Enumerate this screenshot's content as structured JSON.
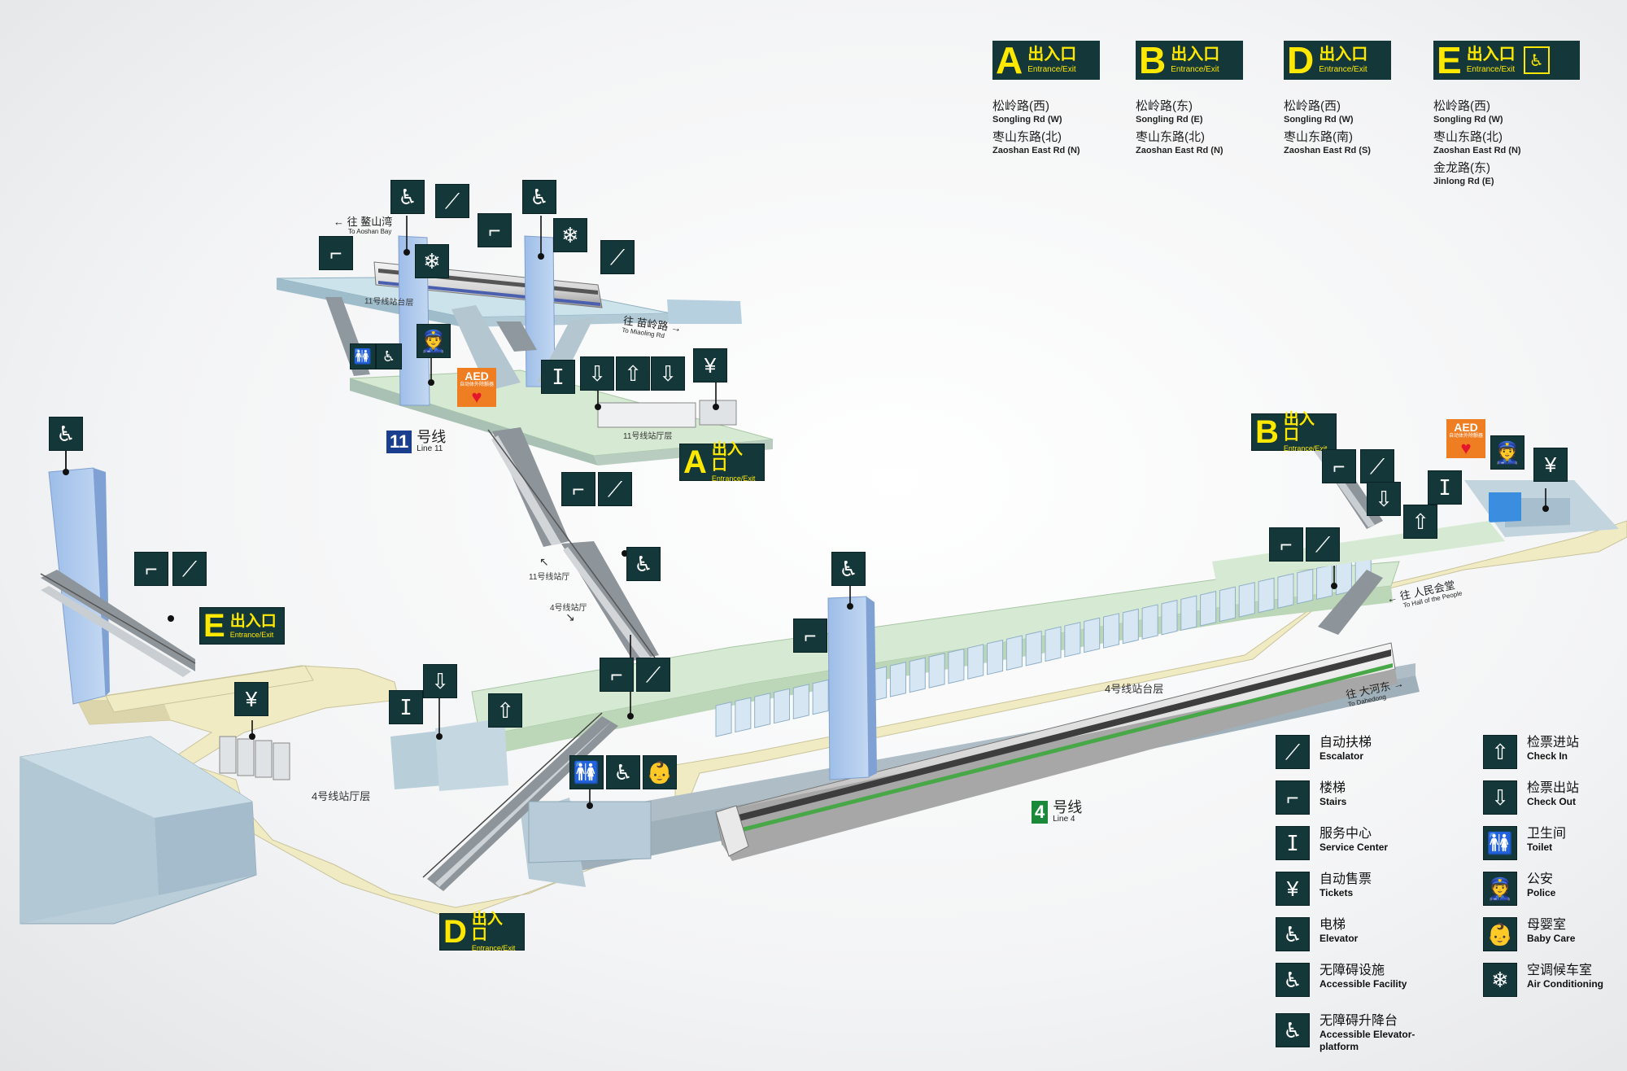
{
  "entrances": [
    {
      "letter": "A",
      "label": "出入口",
      "label_en": "Entrance/Exit",
      "roads": [
        {
          "cn": "松岭路(西)",
          "en": "Songling Rd (W)"
        },
        {
          "cn": "枣山东路(北)",
          "en": "Zaoshan East Rd (N)"
        }
      ],
      "elevator": false
    },
    {
      "letter": "B",
      "label": "出入口",
      "label_en": "Entrance/Exit",
      "roads": [
        {
          "cn": "松岭路(东)",
          "en": "Songling Rd (E)"
        },
        {
          "cn": "枣山东路(北)",
          "en": "Zaoshan East Rd (N)"
        }
      ],
      "elevator": false
    },
    {
      "letter": "D",
      "label": "出入口",
      "label_en": "Entrance/Exit",
      "roads": [
        {
          "cn": "松岭路(西)",
          "en": "Songling Rd (W)"
        },
        {
          "cn": "枣山东路(南)",
          "en": "Zaoshan East Rd (S)"
        }
      ],
      "elevator": false
    },
    {
      "letter": "E",
      "label": "出入口",
      "label_en": "Entrance/Exit",
      "roads": [
        {
          "cn": "松岭路(西)",
          "en": "Songling Rd (W)"
        },
        {
          "cn": "枣山东路(北)",
          "en": "Zaoshan East Rd (N)"
        },
        {
          "cn": "金龙路(东)",
          "en": "Jinlong Rd (E)"
        }
      ],
      "elevator": true
    }
  ],
  "legend_left": [
    {
      "icon": "escalator-icon",
      "glyph": "⟋",
      "cn": "自动扶梯",
      "en": "Escalator"
    },
    {
      "icon": "stairs-icon",
      "glyph": "⌐",
      "cn": "楼梯",
      "en": "Stairs"
    },
    {
      "icon": "service-center-icon",
      "glyph": "ⵊ",
      "cn": "服务中心",
      "en": "Service Center"
    },
    {
      "icon": "tickets-icon",
      "glyph": "¥",
      "cn": "自动售票",
      "en": "Tickets"
    },
    {
      "icon": "elevator-icon",
      "glyph": "♿",
      "cn": "电梯",
      "en": "Elevator"
    },
    {
      "icon": "accessible-facility-icon",
      "glyph": "♿",
      "cn": "无障碍设施",
      "en": "Accessible Facility"
    },
    {
      "icon": "accessible-platform-icon",
      "glyph": "♿",
      "cn": "无障碍升降台",
      "en": "Accessible Elevator-platform"
    }
  ],
  "legend_right": [
    {
      "icon": "check-in-icon",
      "glyph": "⇧",
      "cn": "检票进站",
      "en": "Check In"
    },
    {
      "icon": "check-out-icon",
      "glyph": "⇩",
      "cn": "检票出站",
      "en": "Check Out"
    },
    {
      "icon": "toilet-icon",
      "glyph": "🚻",
      "cn": "卫生间",
      "en": "Toilet"
    },
    {
      "icon": "police-icon",
      "glyph": "👮",
      "cn": "公安",
      "en": "Police"
    },
    {
      "icon": "baby-care-icon",
      "glyph": "👶",
      "cn": "母婴室",
      "en": "Baby Care"
    },
    {
      "icon": "air-conditioning-icon",
      "glyph": "❄",
      "cn": "空调候车室",
      "en": "Air Conditioning"
    }
  ],
  "lines": {
    "line11": {
      "num": "11",
      "cn": "号线",
      "en": "Line 11",
      "color": "#1b3f8f"
    },
    "line4": {
      "num": "4",
      "cn": "号线",
      "en": "Line 4",
      "color": "#1a8a3a"
    }
  },
  "labels": {
    "platform11": "11号线站台层",
    "hall11": "11号线站厅层",
    "platform4": "4号线站台层",
    "hall4": "4号线站厅层",
    "stair11": "11号线站厅",
    "stair4": "4号线站厅"
  },
  "directions": {
    "aoshan": {
      "cn": "往 鳌山湾",
      "en": "To Aoshan Bay"
    },
    "miaoling": {
      "cn": "往 苗岭路",
      "en": "To Miaoling Rd"
    },
    "renmin": {
      "cn": "往 人民会堂",
      "en": "To Hall of the People"
    },
    "dahe": {
      "cn": "往 大河东",
      "en": "To Dahedong"
    }
  },
  "aed": {
    "title": "AED",
    "sub": "自动体外除颤器"
  },
  "colors": {
    "icon_bg": "#14383a",
    "sign_yellow": "#ffe800",
    "hall_floor": "#f1ebc4",
    "platform_floor": "#cfe8cd",
    "glass": "#a9c6e9",
    "concrete": "#b6ccd8",
    "aed": "#ef7d21"
  }
}
